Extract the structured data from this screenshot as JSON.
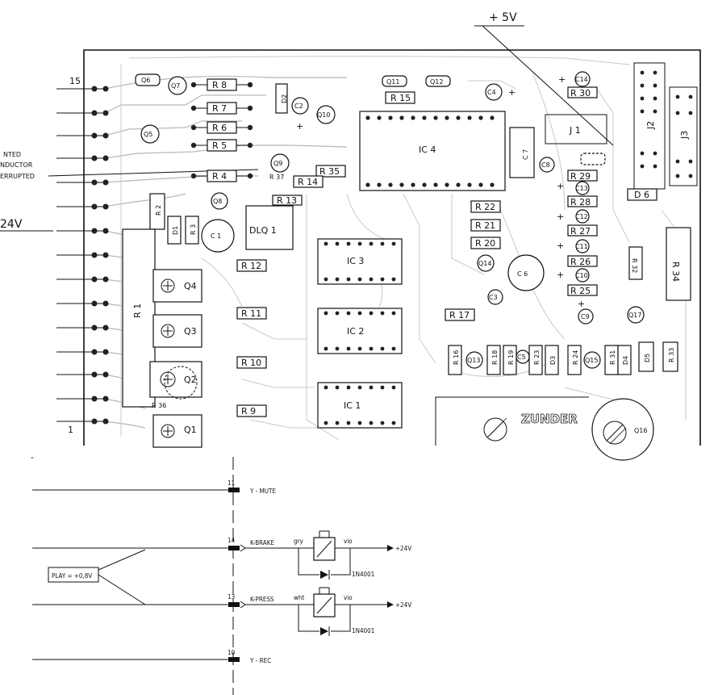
{
  "pcb": {
    "board_label": "ZUNDER",
    "supply_label": "+ 5V",
    "side_labels": [
      "NTED",
      "NDUCTOR",
      "ERRUPTED"
    ],
    "voltage_label": "24V",
    "pin_numbers": {
      "top": "15",
      "bottom": "1"
    },
    "resistors_left": [
      "R 8",
      "R 7",
      "R 6",
      "R 5",
      "R 4"
    ],
    "resistors_mid": [
      "R 13",
      "R 14",
      "R 35",
      "R 15",
      "R 12",
      "R 11",
      "R 10",
      "R 9",
      "R 17",
      "R 22",
      "R 21",
      "R 20"
    ],
    "resistors_right": [
      "R 30",
      "R 29",
      "R 28",
      "R 27",
      "R 26",
      "R 25",
      "R 32",
      "R 34",
      "R 33"
    ],
    "resistors_vertical": [
      "R 2",
      "R 3",
      "R 1",
      "R 16",
      "R 18",
      "R 19",
      "R 23",
      "R 24",
      "R 31",
      "R 36",
      "R 37"
    ],
    "transistors": [
      "Q6",
      "Q7",
      "Q5",
      "Q8",
      "Q9",
      "Q10",
      "Q11",
      "Q12",
      "Q13",
      "Q14",
      "Q15",
      "Q16",
      "Q17",
      "Q4",
      "Q3",
      "Q2",
      "Q1"
    ],
    "capacitors": [
      "C 1",
      "C2",
      "C3",
      "C4",
      "C5",
      "C 6",
      "C 7",
      "C8",
      "C9",
      "C10",
      "C11",
      "C12",
      "C13",
      "C14"
    ],
    "diodes": [
      "D1",
      "D2",
      "D3",
      "D4",
      "D5",
      "D 6"
    ],
    "ics": [
      "IC 1",
      "IC 2",
      "IC 3",
      "IC 4",
      "DLQ 1"
    ],
    "connectors": [
      "J 1",
      "J2",
      "J3"
    ]
  },
  "schematic": {
    "pins": [
      {
        "number": "11",
        "label": "Y - MUTE"
      },
      {
        "number": "14",
        "label": "K-BRAKE"
      },
      {
        "number": "13",
        "label": "K-PRESS"
      },
      {
        "number": "10",
        "label": "Y - REC"
      }
    ],
    "note": "PLAY = +0,8V",
    "wire_colors": {
      "brake_in": "gry",
      "brake_out": "vio",
      "press_in": "wht",
      "press_out": "vio"
    },
    "supply": "+24V",
    "diode_part": "1N4001",
    "dash_mark": "-"
  }
}
